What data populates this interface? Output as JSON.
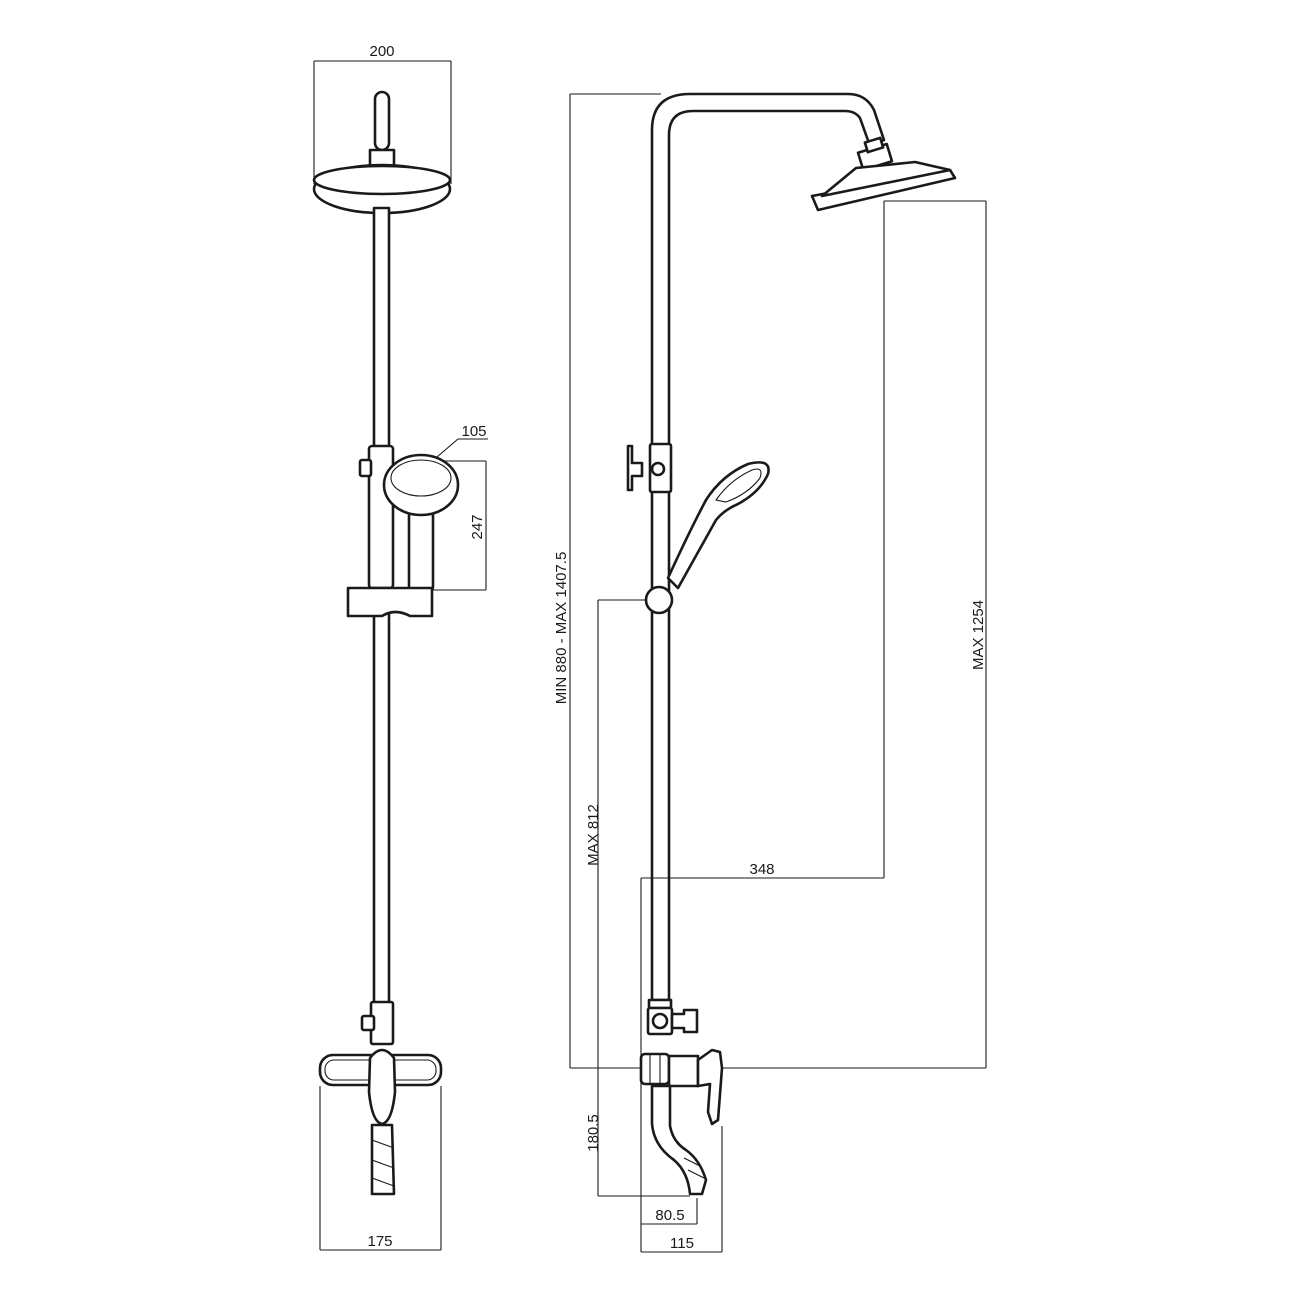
{
  "colors": {
    "line": "#1a1a1a",
    "background": "#ffffff"
  },
  "front_view": {
    "head_width": "200",
    "handshower_width": "105",
    "handshower_height": "247",
    "mixer_width": "175"
  },
  "side_view": {
    "total_height": "MIN 880 - MAX 1407.5",
    "slider_height": "MAX 812",
    "head_height": "MAX 1254",
    "head_projection": "348",
    "spout_drop": "180.5",
    "spout_projection": "80.5",
    "mixer_projection": "115"
  }
}
